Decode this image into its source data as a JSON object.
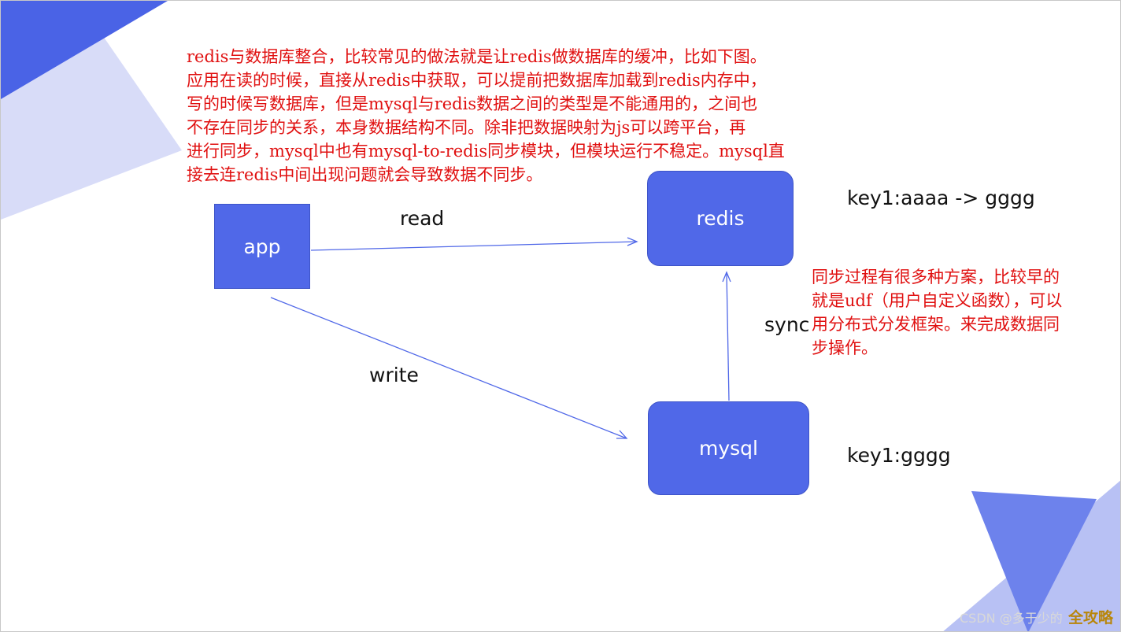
{
  "diagram": {
    "nodes": {
      "app": {
        "label": "app"
      },
      "redis": {
        "label": "redis"
      },
      "mysql": {
        "label": "mysql"
      }
    },
    "edges": {
      "read": {
        "from": "app",
        "to": "redis",
        "label": "read"
      },
      "write": {
        "from": "app",
        "to": "mysql",
        "label": "write"
      },
      "sync": {
        "from": "mysql",
        "to": "redis",
        "label": "sync"
      }
    },
    "key_values": {
      "redis": "key1:aaaa -> gggg",
      "mysql": "key1:gggg"
    }
  },
  "notes": {
    "main": "redis与数据库整合，比较常见的做法就是让redis做数据库的缓冲，比如下图。\n应用在读的时候，直接从redis中获取，可以提前把数据库加载到redis内存中，\n写的时候写数据库，但是mysql与redis数据之间的类型是不能通用的，之间也\n不存在同步的关系，本身数据结构不同。除非把数据映射为js可以跨平台，再\n进行同步，mysql中也有mysql-to-redis同步模块，但模块运行不稳定。mysql直\n接去连redis中间出现问题就会导致数据不同步。",
    "sync": "同步过程有很多种方案，比较早的\n就是udf（用户自定义函数），可以\n用分布式分发框架。来完成数据同\n步操作。"
  },
  "watermark": {
    "text": "CSDN @多于少的",
    "overlay": "全攻略"
  },
  "colors": {
    "node_fill": "#5068e8",
    "node_text": "#ffffff",
    "note_text": "#e01010",
    "arrow": "#5068e8",
    "deco_dark": "#4a63e6",
    "deco_light": "#d8dcf8"
  }
}
